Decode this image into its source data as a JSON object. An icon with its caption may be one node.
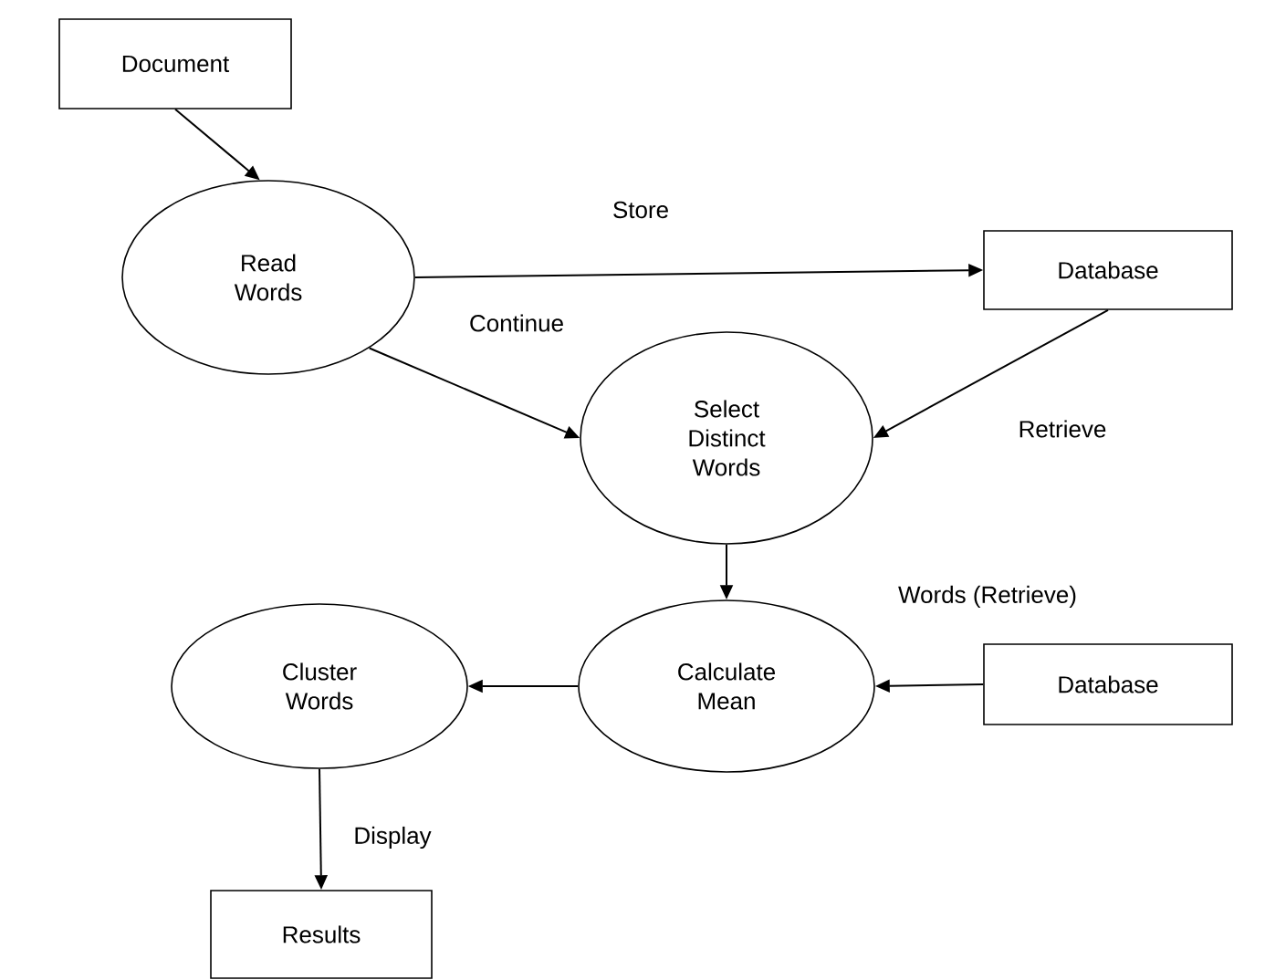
{
  "diagram": {
    "nodes": [
      {
        "text": [
          "Document"
        ]
      },
      {
        "text": [
          "Read Words"
        ]
      },
      {
        "text": [
          "Database"
        ]
      },
      {
        "text": [
          "Select Distinct Words"
        ]
      },
      {
        "text": [
          "Cluster Words"
        ]
      },
      {
        "text": [
          "Calculate Mean"
        ]
      },
      {
        "text": [
          "Database"
        ]
      },
      {
        "text": [
          "Results"
        ]
      }
    ],
    "edges": [
      {
        "from": 0,
        "to": 1,
        "arrow": "to"
      },
      {
        "from": 1,
        "to": 2,
        "arrow": "to",
        "label": "Store"
      },
      {
        "from": 1,
        "to": 3,
        "arrow": "to",
        "label": "Continue"
      },
      {
        "from": 2,
        "to": 3,
        "arrow": "to",
        "label": "Retrieve"
      },
      {
        "from": 3,
        "to": 5,
        "arrow": "to"
      },
      {
        "from": 6,
        "to": 5,
        "arrow": "to",
        "label": "Words (Retrieve)"
      },
      {
        "from": 5,
        "to": 4,
        "arrow": "to"
      },
      {
        "from": 4,
        "to": 7,
        "arrow": "to",
        "label": "Display"
      }
    ]
  }
}
